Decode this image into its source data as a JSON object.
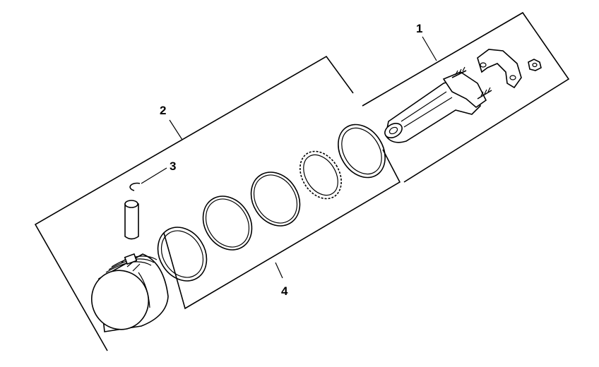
{
  "callouts": {
    "connecting_rod": "1",
    "piston_assembly": "2",
    "retaining_ring": "3",
    "piston_rings": "4"
  },
  "colors": {
    "line": "#000000",
    "background": "#ffffff"
  }
}
